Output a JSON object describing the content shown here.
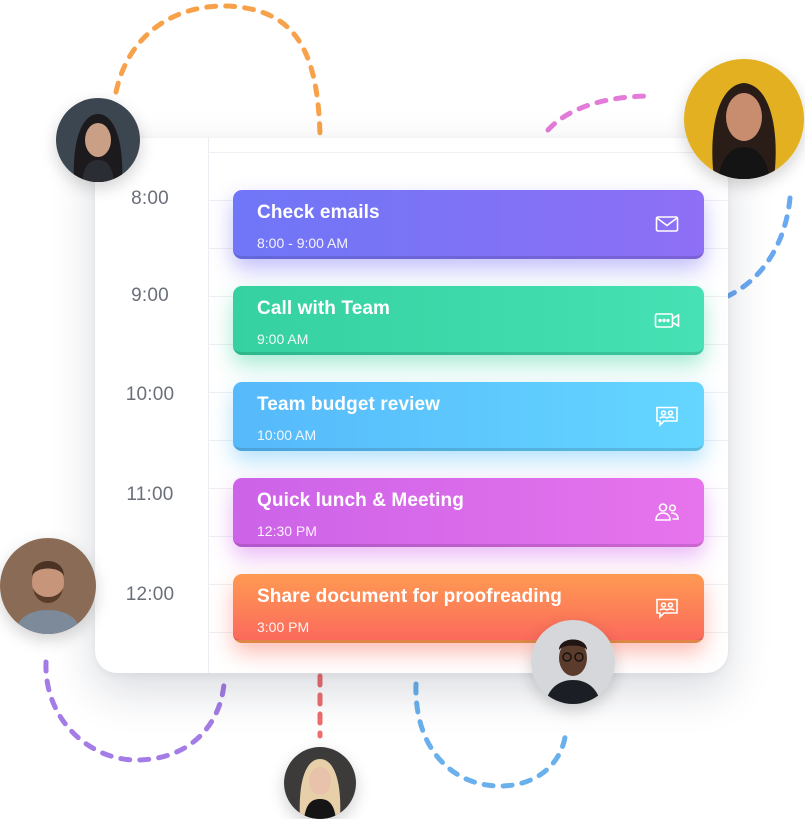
{
  "schedule": {
    "times": [
      "8:00",
      "9:00",
      "10:00",
      "11:00",
      "12:00"
    ],
    "events": [
      {
        "title": "Check emails",
        "time": "8:00 - 9:00 AM",
        "icon": "mail-icon",
        "color": "#7c72f6"
      },
      {
        "title": "Call with Team",
        "time": "9:00 AM",
        "icon": "video-call-icon",
        "color": "#3ed8a8"
      },
      {
        "title": "Team budget review",
        "time": "10:00 AM",
        "icon": "chat-group-icon",
        "color": "#5cc6fd"
      },
      {
        "title": "Quick lunch & Meeting",
        "time": "12:30 PM",
        "icon": "people-icon",
        "color": "#de6bea"
      },
      {
        "title": "Share document for proofreading",
        "time": "3:00 PM",
        "icon": "chat-group-icon",
        "color": "#fc7f57"
      }
    ]
  },
  "decoration": {
    "dash_colors": [
      "#f7a24a",
      "#e47bd8",
      "#6aa8f0",
      "#a47ce6",
      "#ee6d6d",
      "#6ab0ec"
    ]
  }
}
